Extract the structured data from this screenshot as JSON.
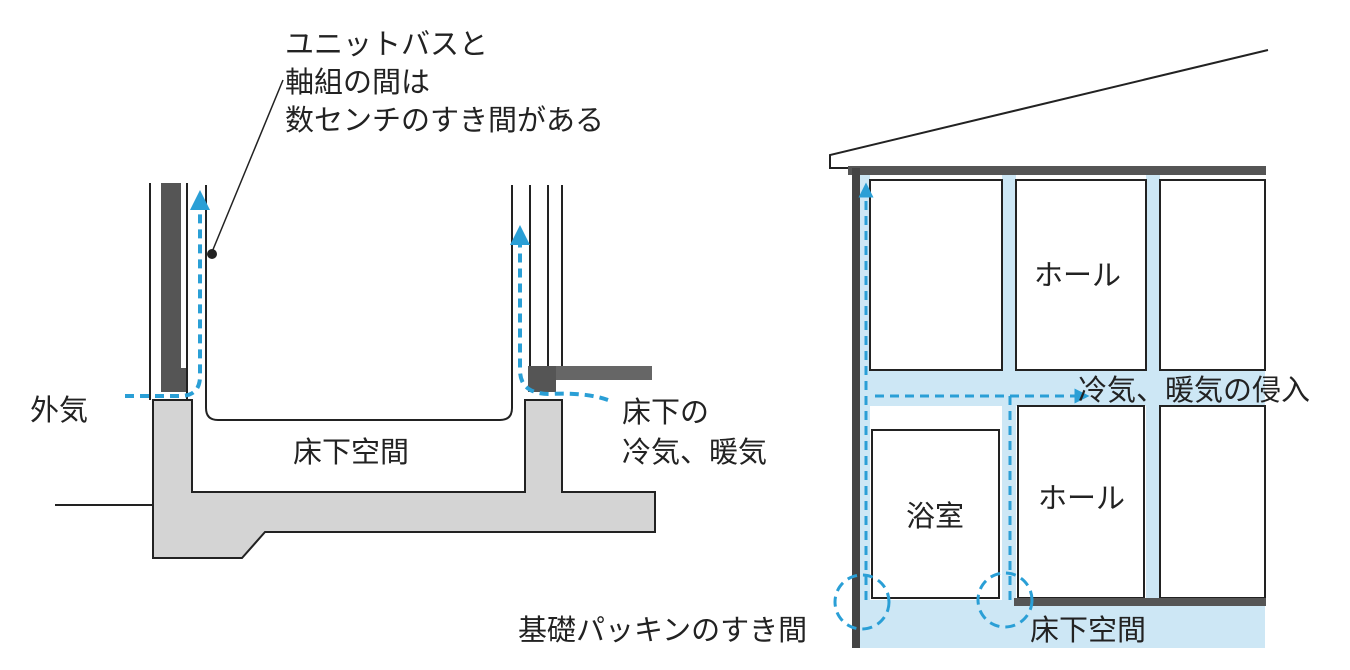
{
  "left_section": {
    "gap_note": {
      "line1": "ユニットバスと",
      "line2": "軸組の間は",
      "line3": "数センチのすき間がある"
    },
    "outside_air": "外気",
    "underfloor_space": "床下空間",
    "underfloor_air": {
      "line1": "床下の",
      "line2": "冷気、暖気"
    }
  },
  "right_section": {
    "hall_upper": "ホール",
    "hall_lower": "ホール",
    "bathroom": "浴室",
    "intrusion_label": "冷気、暖気の侵入",
    "underfloor_space": "床下空間",
    "packing_gap": "基礎パッキンのすき間"
  },
  "colors": {
    "airflow_arrow": "#2a9fd6",
    "air_fill": "#cde7f5",
    "concrete": "#d4d4d4",
    "wall_dark": "#555555"
  }
}
